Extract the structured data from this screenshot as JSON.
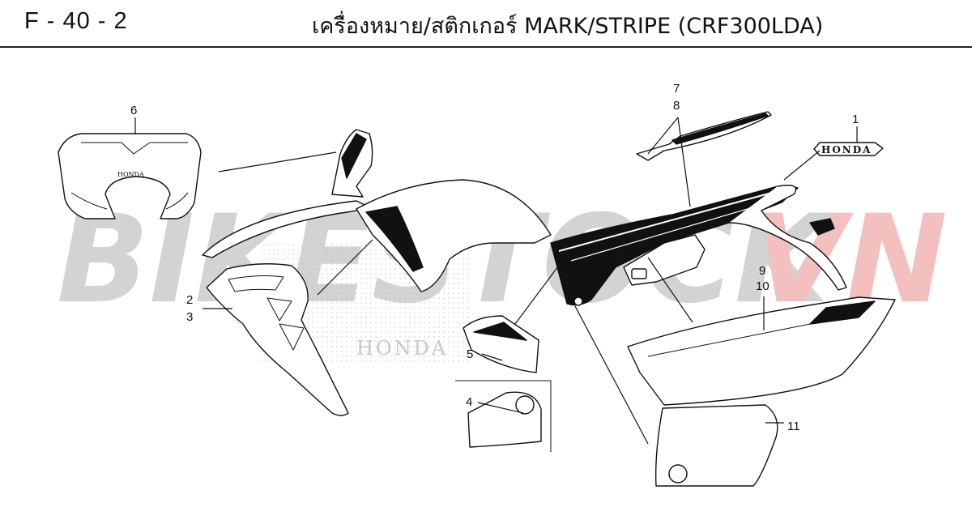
{
  "header": {
    "page_code": "F - 40 - 2",
    "title": "เครื่องหมาย/สติกเกอร์  MARK/STRIPE (CRF300LDA)"
  },
  "watermark": {
    "main": "BIKESTOCK",
    "accent": "VN",
    "main_color": "#c9c9c9",
    "accent_color": "#f2b7b7"
  },
  "callouts": [
    {
      "id": "c1",
      "text": "1"
    },
    {
      "id": "c2",
      "text": "2"
    },
    {
      "id": "c3",
      "text": "3"
    },
    {
      "id": "c4",
      "text": "4"
    },
    {
      "id": "c5",
      "text": "5"
    },
    {
      "id": "c6",
      "text": "6"
    },
    {
      "id": "c7",
      "text": "7"
    },
    {
      "id": "c8",
      "text": "8"
    },
    {
      "id": "c9",
      "text": "9"
    },
    {
      "id": "c10",
      "text": "10"
    },
    {
      "id": "c11",
      "text": "11"
    }
  ],
  "labels": {
    "honda_emblem": "HONDA",
    "honda_visor": "HONDA",
    "honda_faded": "HONDA"
  }
}
